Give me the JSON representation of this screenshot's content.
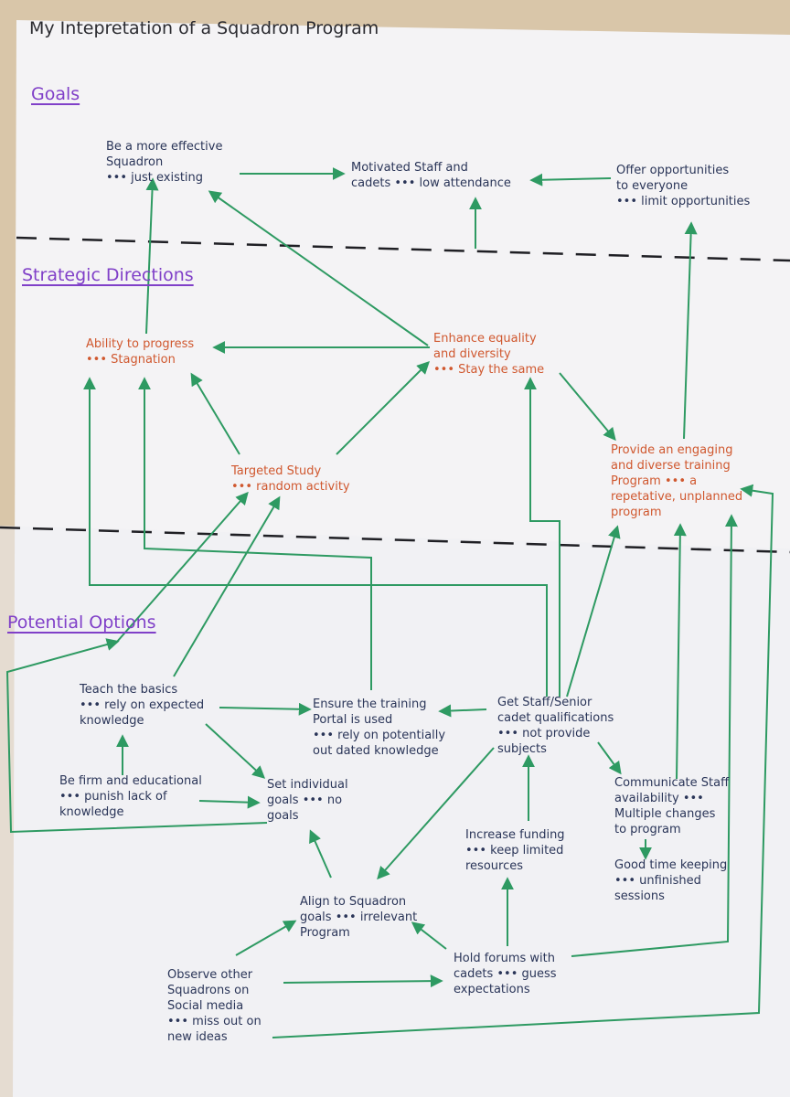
{
  "title": "My Intepretation of a Squadron Program",
  "sections": {
    "goals": "Goals",
    "strategic": "Strategic Directions",
    "options": "Potential Options"
  },
  "colors": {
    "paper": "#f4f3f5",
    "arrow": "#2e9a62",
    "goal_text": "#2a3558",
    "strategy_text": "#d0582f",
    "heading": "#8040c8",
    "dash": "#1f1f24"
  },
  "goals": {
    "effective": "Be a more effective\nSquadron\n••• just existing",
    "motivated": "Motivated Staff and\ncadets ••• low attendance",
    "offer": "Offer opportunities\nto everyone\n••• limit opportunities"
  },
  "strategies": {
    "progress": "Ability to progress\n••• Stagnation",
    "equality": "Enhance equality\nand diversity\n••• Stay the same",
    "training": "Provide an engaging\nand diverse training\nProgram ••• a\nrepetative, unplanned\nprogram",
    "targeted": "Targeted Study\n••• random activity"
  },
  "options": {
    "basics": "Teach the basics\n••• rely on expected\nknowledge",
    "portal": "Ensure the training\nPortal is used\n••• rely on potentially\nout dated knowledge",
    "quals": "Get Staff/Senior\ncadet qualifications\n••• not provide\nsubjects",
    "firm": "Be firm and educational\n••• punish lack of\nknowledge",
    "individual": "Set individual\ngoals ••• no\ngoals",
    "communicate": "Communicate Staff\navailability •••\nMultiple changes\nto program",
    "funding": "Increase funding\n••• keep limited\nresources",
    "timekeeping": "Good time keeping\n••• unfinished\nsessions",
    "align": "Align to Squadron\ngoals ••• irrelevant\nProgram",
    "observe": "Observe other\nSquadrons on\nSocial media\n••• miss out on\nnew ideas",
    "forums": "Hold forums with\ncadets ••• guess\nexpectations"
  }
}
